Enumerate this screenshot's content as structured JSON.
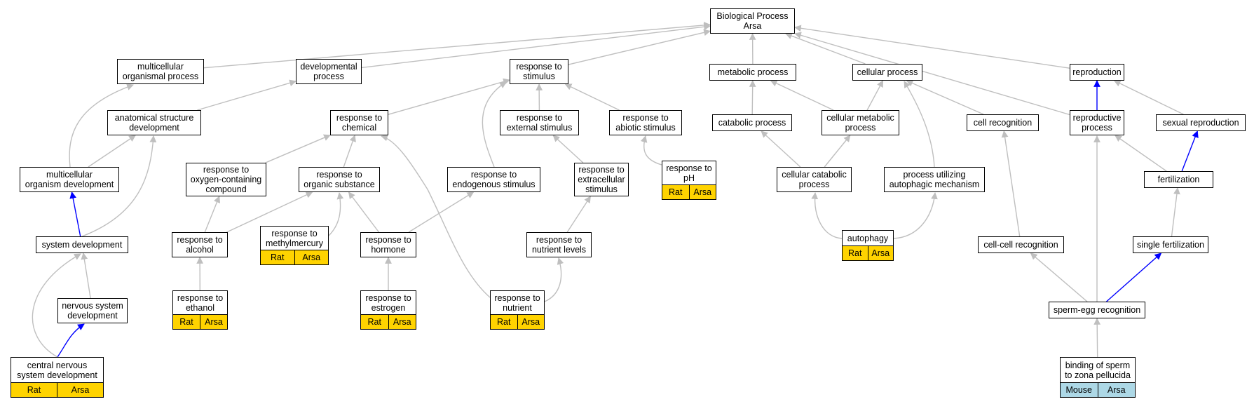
{
  "diagram": {
    "colors": {
      "edge_default": "#bfbfbf",
      "edge_highlight": "#0000ff",
      "annotation_rat": "#ffd300",
      "annotation_mouse": "#add8e6"
    },
    "nodes": [
      {
        "id": "bp",
        "lines": [
          "Biological Process",
          "Arsa"
        ]
      },
      {
        "id": "mop",
        "lines": [
          "multicellular",
          "organismal process"
        ]
      },
      {
        "id": "dev",
        "lines": [
          "developmental",
          "process"
        ]
      },
      {
        "id": "rts",
        "lines": [
          "response to",
          "stimulus"
        ]
      },
      {
        "id": "met",
        "lines": [
          "metabolic process"
        ]
      },
      {
        "id": "cel",
        "lines": [
          "cellular process"
        ]
      },
      {
        "id": "rep",
        "lines": [
          "reproduction"
        ]
      },
      {
        "id": "asd",
        "lines": [
          "anatomical structure",
          "development"
        ]
      },
      {
        "id": "rch",
        "lines": [
          "response to",
          "chemical"
        ]
      },
      {
        "id": "res",
        "lines": [
          "response to",
          "external stimulus"
        ]
      },
      {
        "id": "ras",
        "lines": [
          "response to",
          "abiotic stimulus"
        ]
      },
      {
        "id": "cat",
        "lines": [
          "catabolic process"
        ]
      },
      {
        "id": "cmp",
        "lines": [
          "cellular metabolic",
          "process"
        ]
      },
      {
        "id": "crec",
        "lines": [
          "cell recognition"
        ]
      },
      {
        "id": "rpp",
        "lines": [
          "reproductive",
          "process"
        ]
      },
      {
        "id": "sxr",
        "lines": [
          "sexual reproduction"
        ]
      },
      {
        "id": "mod",
        "lines": [
          "multicellular",
          "organism development"
        ]
      },
      {
        "id": "roc",
        "lines": [
          "response to",
          "oxygen-containing",
          "compound"
        ]
      },
      {
        "id": "ros",
        "lines": [
          "response to",
          "organic substance"
        ]
      },
      {
        "id": "rens",
        "lines": [
          "response to",
          "endogenous stimulus"
        ]
      },
      {
        "id": "rexs",
        "lines": [
          "response to",
          "extracellular",
          "stimulus"
        ]
      },
      {
        "id": "rph",
        "lines": [
          "response to",
          "pH"
        ],
        "annotation": [
          "Rat",
          "Arsa"
        ]
      },
      {
        "id": "ccp",
        "lines": [
          "cellular catabolic",
          "process"
        ]
      },
      {
        "id": "pum",
        "lines": [
          "process utilizing",
          "autophagic mechanism"
        ]
      },
      {
        "id": "fer",
        "lines": [
          "fertilization"
        ]
      },
      {
        "id": "sysd",
        "lines": [
          "system development"
        ]
      },
      {
        "id": "ral",
        "lines": [
          "response to",
          "alcohol"
        ]
      },
      {
        "id": "rmh",
        "lines": [
          "response to",
          "methylmercury"
        ],
        "annotation": [
          "Rat",
          "Arsa"
        ]
      },
      {
        "id": "rho",
        "lines": [
          "response to",
          "hormone"
        ]
      },
      {
        "id": "rnl",
        "lines": [
          "response to",
          "nutrient levels"
        ]
      },
      {
        "id": "aut",
        "lines": [
          "autophagy"
        ],
        "annotation": [
          "Rat",
          "Arsa"
        ]
      },
      {
        "id": "ccr",
        "lines": [
          "cell-cell recognition"
        ]
      },
      {
        "id": "sfe",
        "lines": [
          "single fertilization"
        ]
      },
      {
        "id": "nsd",
        "lines": [
          "nervous system",
          "development"
        ]
      },
      {
        "id": "reth",
        "lines": [
          "response to",
          "ethanol"
        ],
        "annotation": [
          "Rat",
          "Arsa"
        ]
      },
      {
        "id": "restr",
        "lines": [
          "response to",
          "estrogen"
        ],
        "annotation": [
          "Rat",
          "Arsa"
        ]
      },
      {
        "id": "rnu",
        "lines": [
          "response to",
          "nutrient"
        ],
        "annotation": [
          "Rat",
          "Arsa"
        ]
      },
      {
        "id": "ser",
        "lines": [
          "sperm-egg recognition"
        ]
      },
      {
        "id": "cnsd",
        "lines": [
          "central nervous",
          "system development"
        ],
        "annotation": [
          "Rat",
          "Arsa"
        ]
      },
      {
        "id": "bsz",
        "lines": [
          "binding of sperm",
          "to zona pellucida"
        ],
        "annotation": [
          "Mouse",
          "Arsa"
        ],
        "annotation_color": "blue"
      }
    ],
    "edges": [
      {
        "from": "mop",
        "to": "bp"
      },
      {
        "from": "dev",
        "to": "bp"
      },
      {
        "from": "rts",
        "to": "bp"
      },
      {
        "from": "met",
        "to": "bp"
      },
      {
        "from": "cel",
        "to": "bp"
      },
      {
        "from": "rep",
        "to": "bp"
      },
      {
        "from": "rpp",
        "to": "bp"
      },
      {
        "from": "asd",
        "to": "dev"
      },
      {
        "from": "rch",
        "to": "rts"
      },
      {
        "from": "res",
        "to": "rts"
      },
      {
        "from": "ras",
        "to": "rts"
      },
      {
        "from": "rens",
        "to": "rts"
      },
      {
        "from": "cat",
        "to": "met"
      },
      {
        "from": "cmp",
        "to": "met"
      },
      {
        "from": "cmp",
        "to": "cel"
      },
      {
        "from": "crec",
        "to": "cel"
      },
      {
        "from": "pum",
        "to": "cel"
      },
      {
        "from": "rpp",
        "to": "rep",
        "highlight": true
      },
      {
        "from": "sxr",
        "to": "rep"
      },
      {
        "from": "mod",
        "to": "mop"
      },
      {
        "from": "mod",
        "to": "asd"
      },
      {
        "from": "roc",
        "to": "rch"
      },
      {
        "from": "ros",
        "to": "rch"
      },
      {
        "from": "rnu",
        "to": "rch"
      },
      {
        "from": "rexs",
        "to": "res"
      },
      {
        "from": "rph",
        "to": "ras"
      },
      {
        "from": "ccp",
        "to": "cat"
      },
      {
        "from": "ccp",
        "to": "cmp"
      },
      {
        "from": "fer",
        "to": "rpp"
      },
      {
        "from": "fer",
        "to": "sxr",
        "highlight": true
      },
      {
        "from": "sysd",
        "to": "mod",
        "highlight": true
      },
      {
        "from": "sysd",
        "to": "asd"
      },
      {
        "from": "ral",
        "to": "roc"
      },
      {
        "from": "ral",
        "to": "ros"
      },
      {
        "from": "rmh",
        "to": "ros"
      },
      {
        "from": "rho",
        "to": "ros"
      },
      {
        "from": "rho",
        "to": "rens"
      },
      {
        "from": "rnl",
        "to": "rexs"
      },
      {
        "from": "aut",
        "to": "ccp"
      },
      {
        "from": "aut",
        "to": "pum"
      },
      {
        "from": "ccr",
        "to": "crec"
      },
      {
        "from": "sfe",
        "to": "fer"
      },
      {
        "from": "nsd",
        "to": "sysd"
      },
      {
        "from": "reth",
        "to": "ral"
      },
      {
        "from": "restr",
        "to": "rho"
      },
      {
        "from": "rnu",
        "to": "rnl"
      },
      {
        "from": "ser",
        "to": "ccr"
      },
      {
        "from": "ser",
        "to": "sfe",
        "highlight": true
      },
      {
        "from": "ser",
        "to": "rpp"
      },
      {
        "from": "cnsd",
        "to": "nsd",
        "highlight": true
      },
      {
        "from": "cnsd",
        "to": "sysd"
      },
      {
        "from": "bsz",
        "to": "ser"
      }
    ]
  }
}
